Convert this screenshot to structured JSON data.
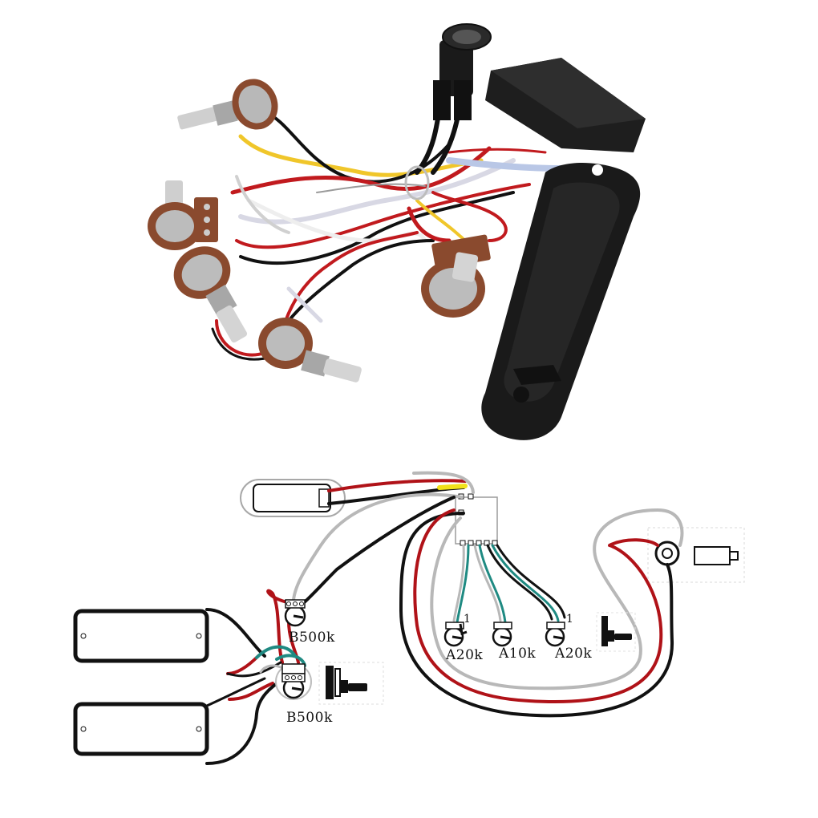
{
  "colors": {
    "black": "#111111",
    "red": "#b01218",
    "gray": "#b8b8b8",
    "teal": "#1f8a82",
    "yellow": "#f2e21a",
    "potBody": "#8a4a2e",
    "potBodyDark": "#5e2f1c",
    "metal": "#c9c9c9",
    "metalDark": "#8f8f8f",
    "blackBox": "#1c1c1c"
  },
  "diagram": {
    "labels": {
      "pot_b500k_top": "B500k",
      "pot_b500k_bottom": "B500k",
      "pot_a20k_left": "A20k",
      "pot_a10k": "A10k",
      "pot_a20k_right": "A20k",
      "pin_mark_left": "1",
      "pin_mark_right": "1"
    }
  }
}
